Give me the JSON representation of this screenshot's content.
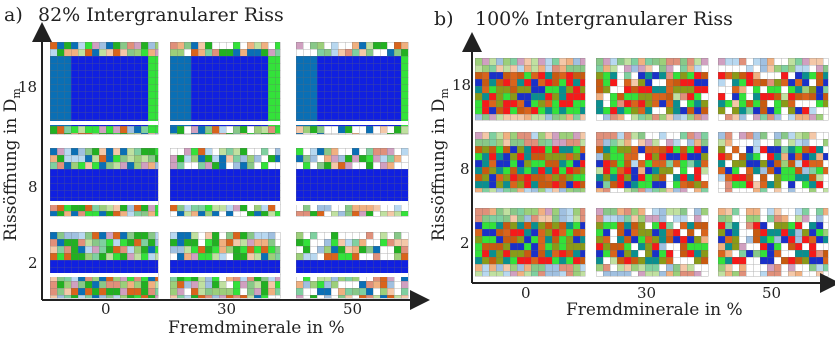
{
  "panels": [
    {
      "letter": "a)",
      "title": "82% Intergranularer Riss",
      "y_title": "Rissöffnung in D",
      "y_sub": "m",
      "x_title": "Fremdminerale in %",
      "y_ticks": [
        "18",
        "8",
        "2"
      ],
      "x_ticks": [
        "0",
        "30",
        "50"
      ]
    },
    {
      "letter": "b)",
      "title": "100% Intergranularer Riss",
      "y_title": "Rissöffnung in D",
      "y_sub": "m",
      "x_title": "Fremdminerale in %",
      "y_ticks": [
        "18",
        "8",
        "2"
      ],
      "x_ticks": [
        "0",
        "30",
        "50"
      ]
    }
  ],
  "colors": {
    "crack": "#1020e0",
    "crack_dark": "#0a6fb5",
    "grain_green": "#33e23a",
    "grain_orange": "#d9641c",
    "grain_red": "#f51a1a",
    "grain_olive": "#8a9a18",
    "grain_teal": "#0a8f8f",
    "mineral_white": "#ffffff",
    "mineral_pastel": "#bfe0c0",
    "axis": "#222222"
  }
}
